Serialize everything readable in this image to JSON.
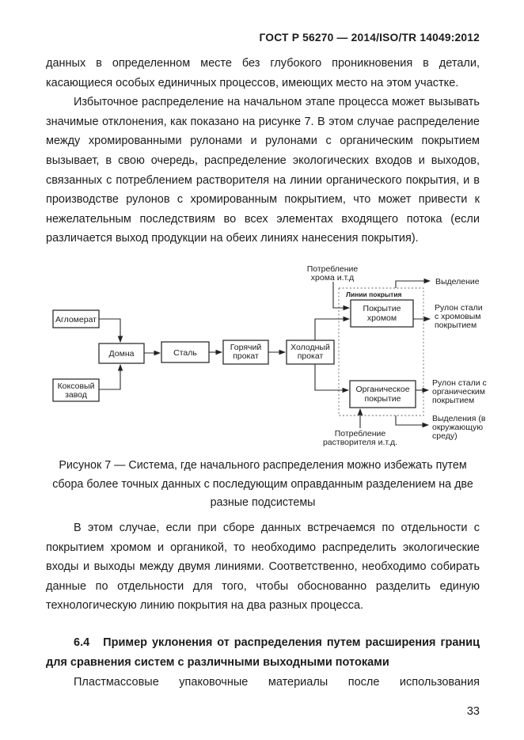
{
  "colors": {
    "paper": "#ffffff",
    "ink": "#1c1c1c"
  },
  "header": {
    "title": "ГОСТ Р 56270 — 2014/ISO/TR 14049:2012"
  },
  "body": {
    "p1": "данных в определенном месте без глубокого проникновения в детали, касающиеся особых единичных процессов, имеющих место на этом участке.",
    "p2": "Избыточное распределение на начальном этапе процесса может вызывать значимые отклонения, как показано на рисунке 7. В этом случае распределение между хромированными рулонами и рулонами с органическим покрытием вызывает, в свою очередь, распределение экологических входов и выходов, связанных с потреблением растворителя на линии органического покрытия, и в производстве рулонов с хромированным покрытием, что может привести к нежелательным последствиям во всех элементах входящего потока (если различается выход продукции на обеих линиях нанесения покрытия).",
    "figure_caption": "Рисунок 7 — Система, где начального распределения можно избежать путем сбора более точных данных с последующим оправданным разделением на две разные подсистемы",
    "p3": "В этом случае, если при сборе данных встречаемся по отдельности с покрытием хромом и органикой, то необходимо распределить экологические входы и выходы между двумя линиями. Соответственно, необходимо собирать данные по отдельности для того, чтобы обоснованно разделить единую технологическую линию покрытия на два разных процесса.",
    "heading_6_4_number": "6.4",
    "heading_6_4_text": "Пример уклонения от распределения путем расширения границ для сравнения систем с различными выходными потоками",
    "p4": "Пластмассовые упаковочные материалы после использования",
    "page_number": "33"
  },
  "diagram": {
    "boxes": {
      "agglomerate": "Агломерат",
      "blast_furnace": "Домна",
      "steel": "Сталь",
      "hot_rolling": [
        "Горячий",
        "прокат"
      ],
      "cold_rolling": [
        "Холодный",
        "прокат"
      ],
      "coke_plant": [
        "Коксовый",
        "завод"
      ],
      "chrome_coating": [
        "Покрытие",
        "хромом"
      ],
      "organic_coating": [
        "Органическое",
        "покрытие"
      ]
    },
    "labels": {
      "coating_lines": "Линии покрытия",
      "chrome_consumption": [
        "Потребление",
        "хрома и.т.д"
      ],
      "emission_top": "Выделение",
      "chrome_coil": [
        "Рулон стали",
        "с хромовым",
        "покрытием"
      ],
      "organic_coil": [
        "Рулон стали с",
        "органическим",
        "покрытием"
      ],
      "emission_bottom": [
        "Выделения (в",
        "окружающую",
        "среду)"
      ],
      "solvent_consumption": [
        "Потребление",
        "растворителя и.т.д."
      ]
    }
  }
}
